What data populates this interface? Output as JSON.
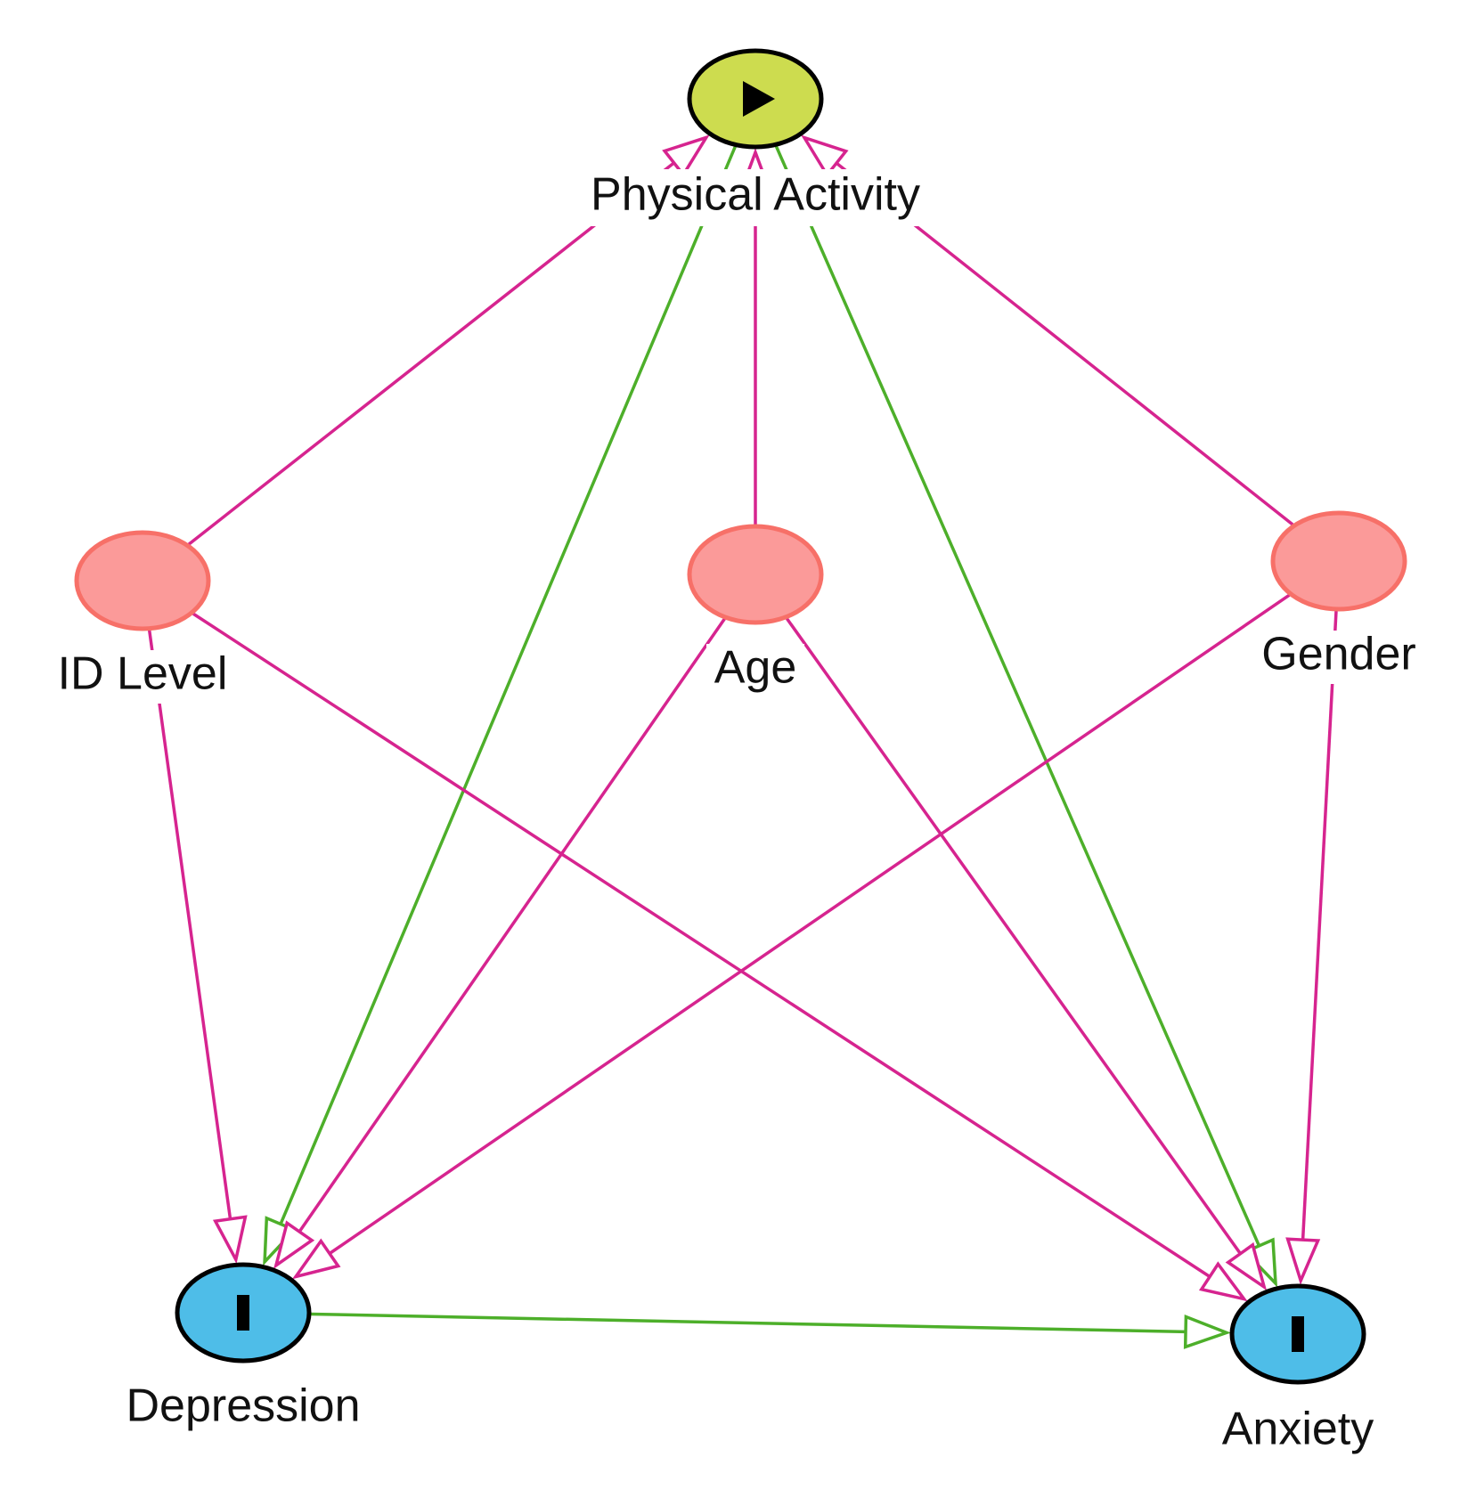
{
  "diagram": {
    "nodes": [
      {
        "id": "pa",
        "label": "Physical Activity",
        "role": "exposure",
        "fill": "#cddc4f",
        "stroke": "#000000",
        "marker": "play-icon"
      },
      {
        "id": "id",
        "label": "ID Level",
        "role": "confounder",
        "fill": "#fb9a99",
        "stroke": "#f77068",
        "marker": ""
      },
      {
        "id": "age",
        "label": "Age",
        "role": "confounder",
        "fill": "#fb9a99",
        "stroke": "#f77068",
        "marker": ""
      },
      {
        "id": "gender",
        "label": "Gender",
        "role": "confounder",
        "fill": "#fb9a99",
        "stroke": "#f77068",
        "marker": ""
      },
      {
        "id": "dep",
        "label": "Depression",
        "role": "outcome",
        "fill": "#4ebde8",
        "stroke": "#000000",
        "marker": "bar-icon"
      },
      {
        "id": "anx",
        "label": "Anxiety",
        "role": "outcome",
        "fill": "#4ebde8",
        "stroke": "#000000",
        "marker": "bar-icon"
      }
    ],
    "edges": [
      {
        "from": "id",
        "to": "pa",
        "type": "biasing"
      },
      {
        "from": "age",
        "to": "pa",
        "type": "biasing"
      },
      {
        "from": "gender",
        "to": "pa",
        "type": "biasing"
      },
      {
        "from": "pa",
        "to": "dep",
        "type": "causal"
      },
      {
        "from": "pa",
        "to": "anx",
        "type": "causal"
      },
      {
        "from": "id",
        "to": "dep",
        "type": "biasing"
      },
      {
        "from": "id",
        "to": "anx",
        "type": "biasing"
      },
      {
        "from": "age",
        "to": "dep",
        "type": "biasing"
      },
      {
        "from": "age",
        "to": "anx",
        "type": "biasing"
      },
      {
        "from": "gender",
        "to": "dep",
        "type": "biasing"
      },
      {
        "from": "gender",
        "to": "anx",
        "type": "biasing"
      },
      {
        "from": "dep",
        "to": "anx",
        "type": "causal"
      }
    ],
    "colors": {
      "causal_edge": "#4daf2a",
      "biasing_edge": "#d6248f"
    }
  }
}
